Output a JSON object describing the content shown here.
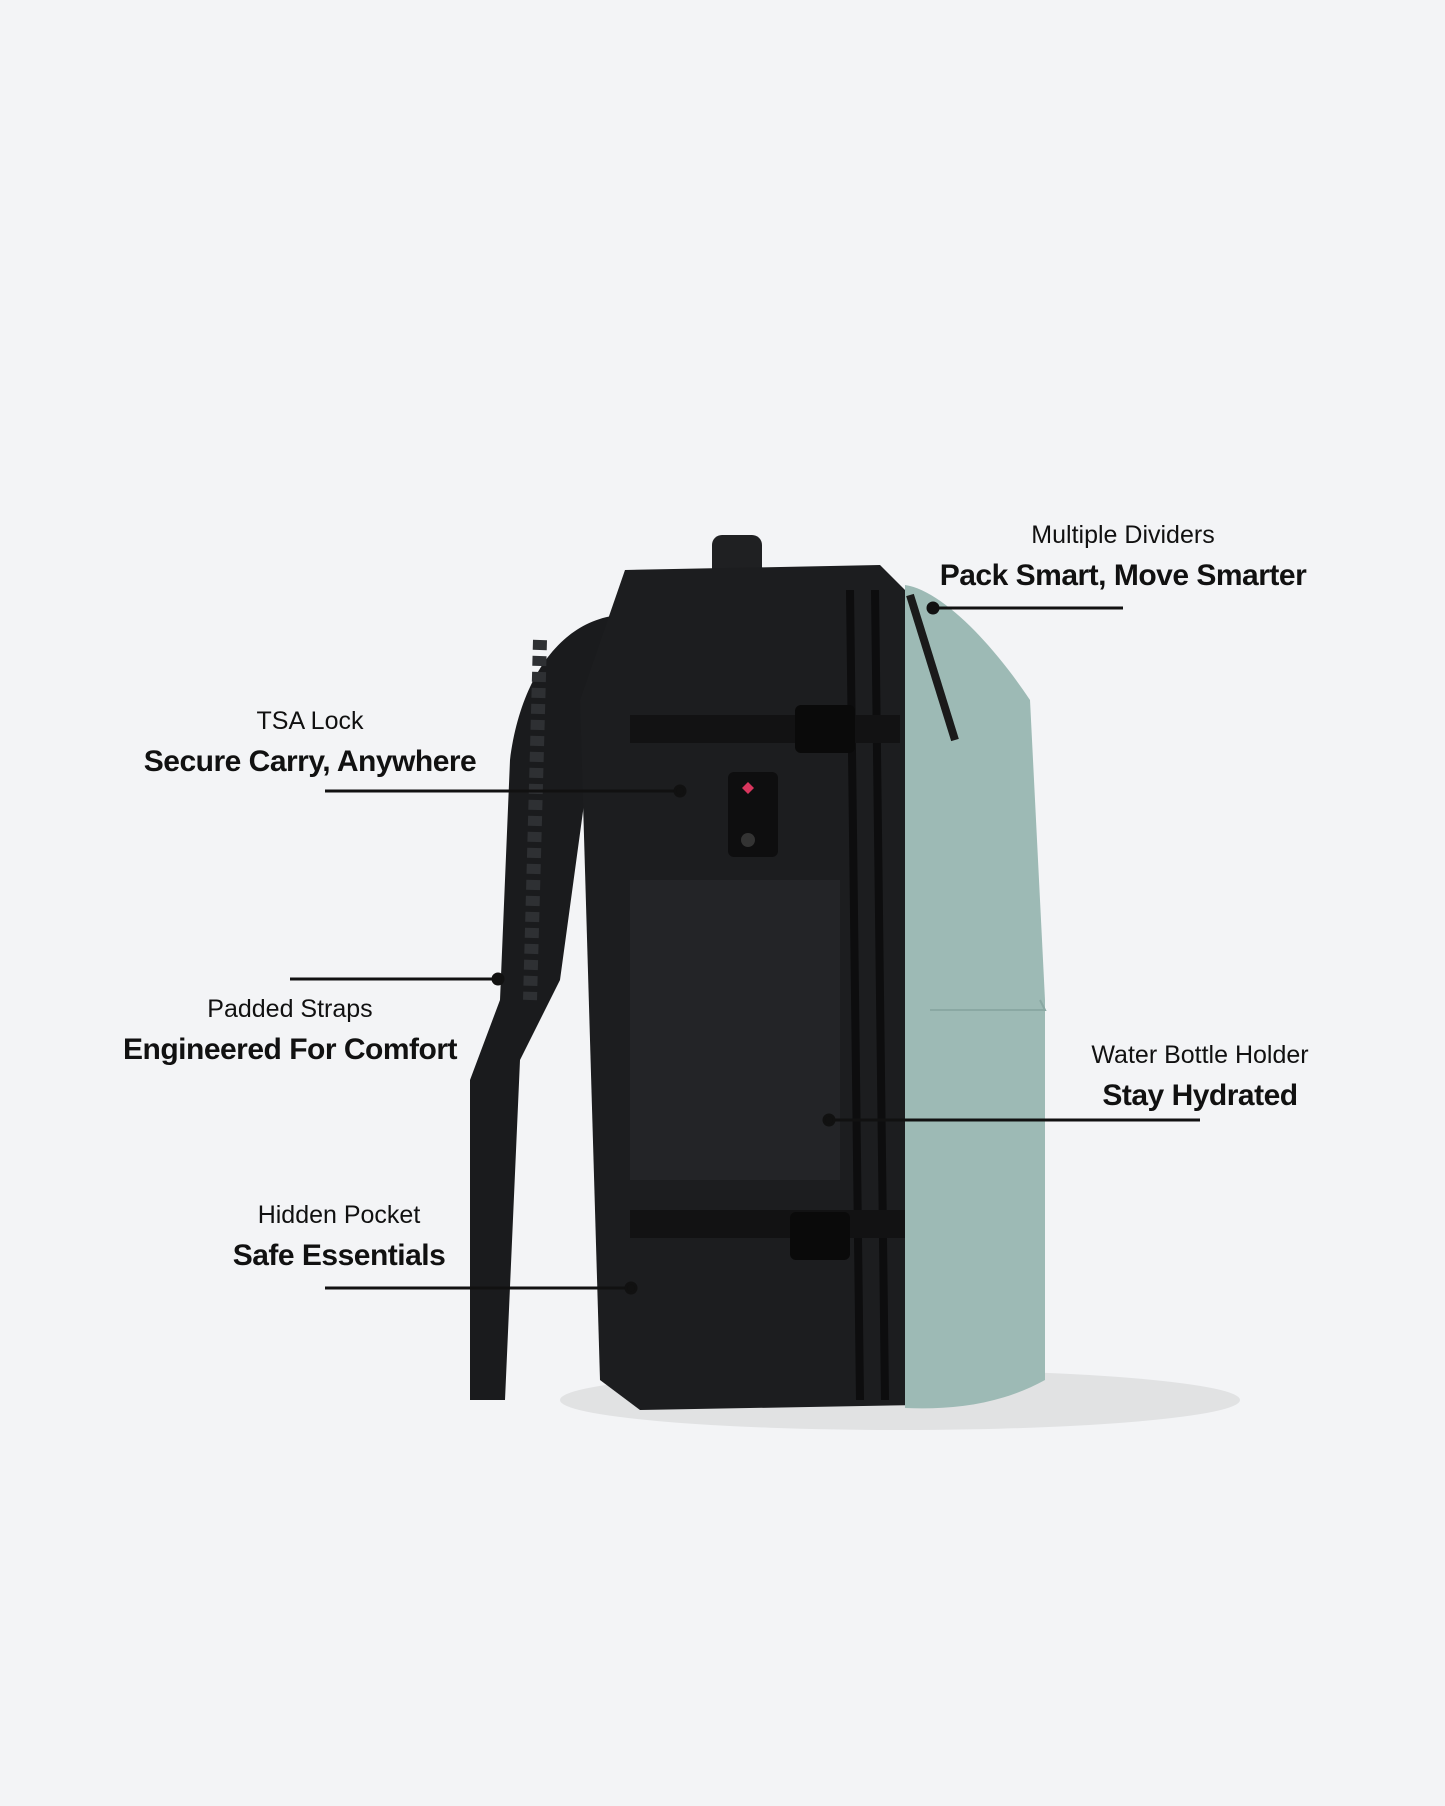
{
  "callouts": [
    {
      "label": "Multiple Dividers",
      "title": "Pack Smart, Move Smarter"
    },
    {
      "label": "TSA Lock",
      "title": "Secure Carry, Anywhere"
    },
    {
      "label": "Padded Straps",
      "title": "Engineered For Comfort"
    },
    {
      "label": "Water Bottle Holder",
      "title": "Stay Hydrated"
    },
    {
      "label": "Hidden Pocket",
      "title": "Safe Essentials"
    }
  ],
  "colors": {
    "background": "#f3f4f6",
    "body": "#1c1d1f",
    "panel": "#9dbab5",
    "line": "#111111"
  }
}
